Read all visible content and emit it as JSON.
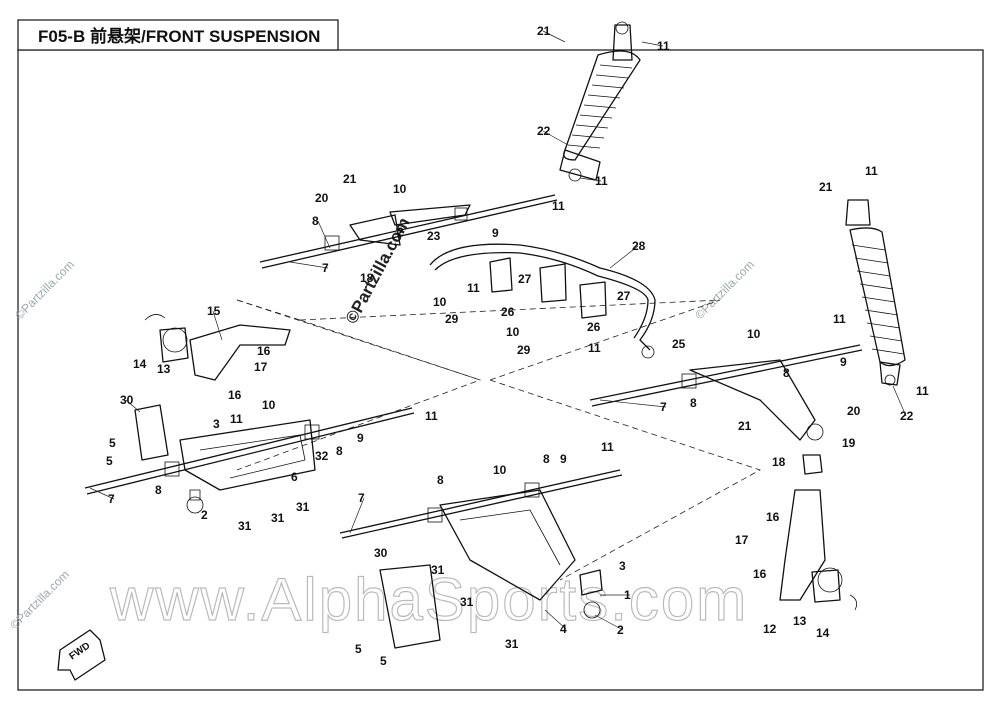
{
  "title": {
    "code": "F05-B",
    "text": "前悬架/FRONT SUSPENSION"
  },
  "watermarks": {
    "main": "www.AlphaSports.com",
    "side": "©Partzilla.com",
    "center": "©Partzilla.com"
  },
  "fwd_label": "FWD",
  "callouts": [
    {
      "id": "c1",
      "text": "21"
    },
    {
      "id": "c2",
      "text": "11"
    },
    {
      "id": "c3",
      "text": "22"
    },
    {
      "id": "c4",
      "text": "11"
    },
    {
      "id": "c5",
      "text": "21"
    },
    {
      "id": "c6",
      "text": "10"
    },
    {
      "id": "c7",
      "text": "20"
    },
    {
      "id": "c8",
      "text": "11"
    },
    {
      "id": "c9",
      "text": "8"
    },
    {
      "id": "c10",
      "text": "23"
    },
    {
      "id": "c11",
      "text": "9"
    },
    {
      "id": "c12",
      "text": "7"
    },
    {
      "id": "c13",
      "text": "2"
    },
    {
      "id": "c14",
      "text": "18"
    },
    {
      "id": "c15",
      "text": "28"
    },
    {
      "id": "c16",
      "text": "27"
    },
    {
      "id": "c17",
      "text": "27"
    },
    {
      "id": "c18",
      "text": "11"
    },
    {
      "id": "c19",
      "text": "10"
    },
    {
      "id": "c20",
      "text": "26"
    },
    {
      "id": "c21",
      "text": "29"
    },
    {
      "id": "c22",
      "text": "10"
    },
    {
      "id": "c23",
      "text": "26"
    },
    {
      "id": "c24",
      "text": "29"
    },
    {
      "id": "c25",
      "text": "11"
    },
    {
      "id": "c26",
      "text": "25"
    },
    {
      "id": "c27",
      "text": "15"
    },
    {
      "id": "c28",
      "text": "14"
    },
    {
      "id": "c29",
      "text": "13"
    },
    {
      "id": "c30",
      "text": "16"
    },
    {
      "id": "c31",
      "text": "17"
    },
    {
      "id": "c32",
      "text": "16"
    },
    {
      "id": "c33",
      "text": "30"
    },
    {
      "id": "c34",
      "text": "3"
    },
    {
      "id": "c35",
      "text": "11"
    },
    {
      "id": "c36",
      "text": "10"
    },
    {
      "id": "c37",
      "text": "11"
    },
    {
      "id": "c38",
      "text": "5"
    },
    {
      "id": "c39",
      "text": "5"
    },
    {
      "id": "c40",
      "text": "8"
    },
    {
      "id": "c41",
      "text": "7"
    },
    {
      "id": "c42",
      "text": "2"
    },
    {
      "id": "c43",
      "text": "31"
    },
    {
      "id": "c44",
      "text": "31"
    },
    {
      "id": "c45",
      "text": "31"
    },
    {
      "id": "c46",
      "text": "6"
    },
    {
      "id": "c47",
      "text": "32"
    },
    {
      "id": "c48",
      "text": "8"
    },
    {
      "id": "c49",
      "text": "9"
    },
    {
      "id": "c50",
      "text": "11"
    },
    {
      "id": "c51",
      "text": "21"
    },
    {
      "id": "c52",
      "text": "11"
    },
    {
      "id": "c53",
      "text": "10"
    },
    {
      "id": "c54",
      "text": "11"
    },
    {
      "id": "c55",
      "text": "9"
    },
    {
      "id": "c56",
      "text": "8"
    },
    {
      "id": "c57",
      "text": "7"
    },
    {
      "id": "c58",
      "text": "8"
    },
    {
      "id": "c59",
      "text": "21"
    },
    {
      "id": "c60",
      "text": "20"
    },
    {
      "id": "c61",
      "text": "19"
    },
    {
      "id": "c62",
      "text": "22"
    },
    {
      "id": "c63",
      "text": "11"
    },
    {
      "id": "c64",
      "text": "10"
    },
    {
      "id": "c65",
      "text": "8"
    },
    {
      "id": "c66",
      "text": "9"
    },
    {
      "id": "c67",
      "text": "8"
    },
    {
      "id": "c68",
      "text": "7"
    },
    {
      "id": "c69",
      "text": "18"
    },
    {
      "id": "c70",
      "text": "16"
    },
    {
      "id": "c71",
      "text": "17"
    },
    {
      "id": "c72",
      "text": "16"
    },
    {
      "id": "c73",
      "text": "12"
    },
    {
      "id": "c74",
      "text": "13"
    },
    {
      "id": "c75",
      "text": "14"
    },
    {
      "id": "c76",
      "text": "30"
    },
    {
      "id": "c77",
      "text": "31"
    },
    {
      "id": "c78",
      "text": "31"
    },
    {
      "id": "c79",
      "text": "3"
    },
    {
      "id": "c80",
      "text": "1"
    },
    {
      "id": "c81",
      "text": "2"
    },
    {
      "id": "c82",
      "text": "4"
    },
    {
      "id": "c83",
      "text": "31"
    },
    {
      "id": "c84",
      "text": "5"
    },
    {
      "id": "c85",
      "text": "5"
    }
  ]
}
